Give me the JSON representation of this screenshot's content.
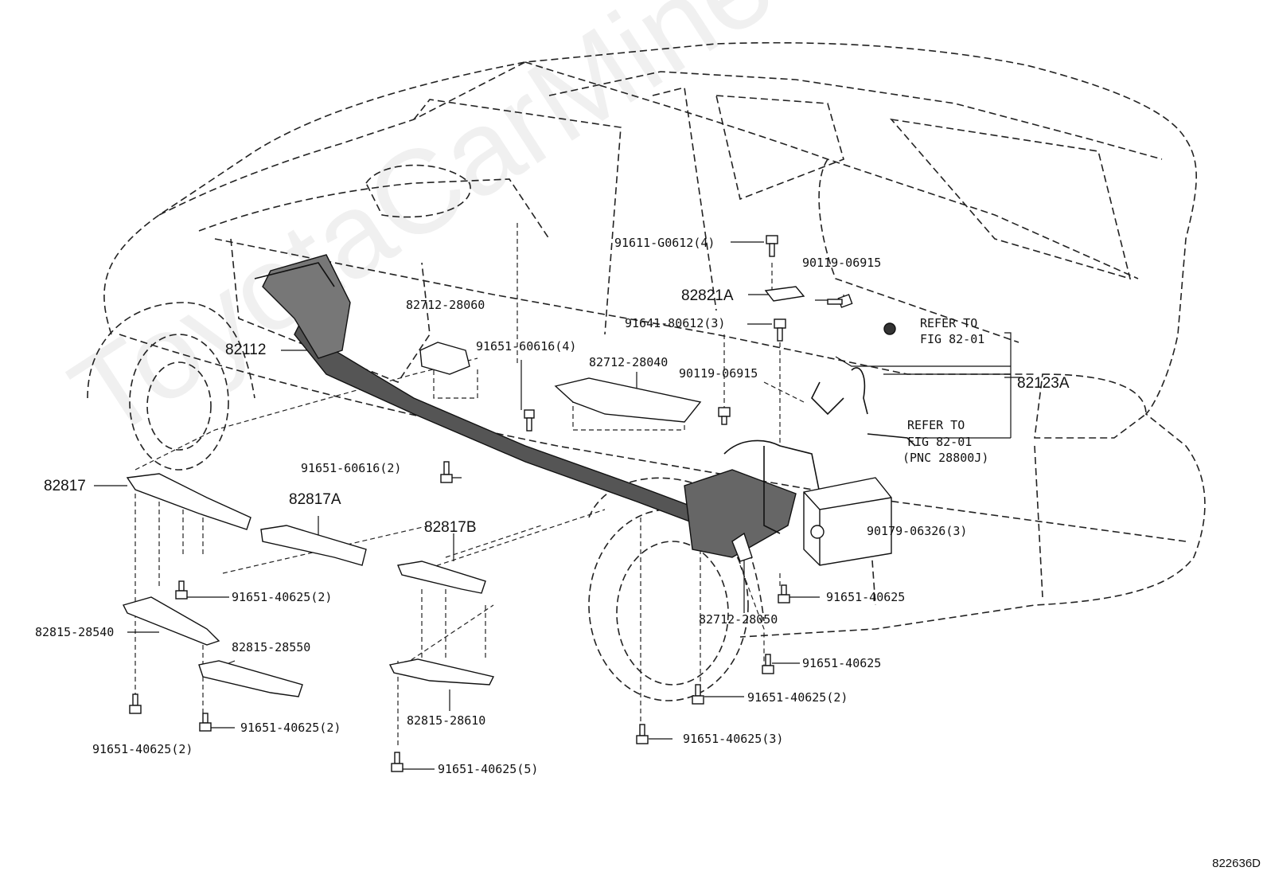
{
  "watermark": "ToyotaCarMine.ru",
  "figure_code": "822636D",
  "labels": {
    "p82112": "82112",
    "p82712_28060": "82712-28060",
    "p91651_60616_4": "91651-60616(4)",
    "p91611_g0612_4": "91611-G0612(4)",
    "p82821a": "82821A",
    "p90119_06915_a": "90119-06915",
    "p91641_80612_3": "91641-80612(3)",
    "p82712_28040": "82712-28040",
    "p90119_06915_b": "90119-06915",
    "refer1_a": "REFER TO",
    "refer1_b": "FIG 82-01",
    "p82123a": "82123A",
    "refer2_a": "REFER TO",
    "refer2_b": "FIG 82-01",
    "refer2_c": "(PNC 28800J)",
    "p82817": "82817",
    "p91651_60616_2": "91651-60616(2)",
    "p82817a": "82817A",
    "p82817b": "82817B",
    "p90179_06326_3": "90179-06326(3)",
    "p91651_40625_2a": "91651-40625(2)",
    "p91651_40625_a": "91651-40625",
    "p82712_28050": "82712-28050",
    "p82815_28540": "82815-28540",
    "p82815_28550": "82815-28550",
    "p91651_40625_b": "91651-40625",
    "p91651_40625_2b": "91651-40625(2)",
    "p82815_28610": "82815-28610",
    "p91651_40625_2c": "91651-40625(2)",
    "p91651_40625_2d": "91651-40625(2)",
    "p91651_40625_3": "91651-40625(3)",
    "p91651_40625_5": "91651-40625(5)"
  }
}
